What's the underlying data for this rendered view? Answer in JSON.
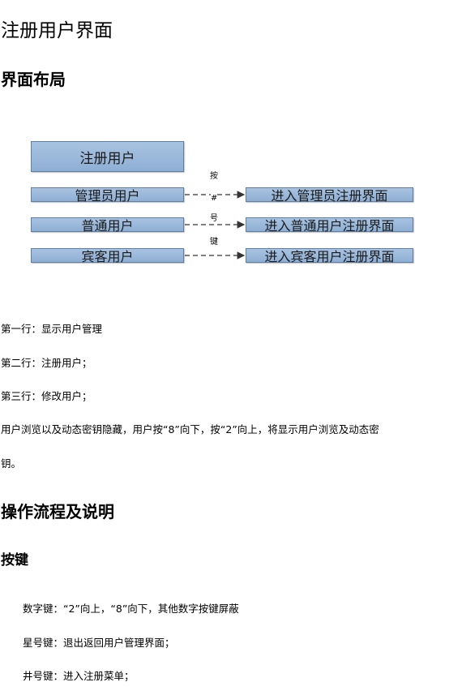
{
  "title": "注册用户界面",
  "section_layout": {
    "heading": "界面布局",
    "diagram": {
      "main_box": "注册用户",
      "left_items": [
        "管理员用户",
        "普通用户",
        "宾客用户"
      ],
      "right_items": [
        "进入管理员注册界面",
        "进入普通用户注册界面",
        "进入宾客用户注册界面"
      ],
      "key_chars": [
        "按",
        "#",
        "号",
        "键"
      ]
    },
    "paragraphs": [
      "第一行：显示用户管理",
      "第二行：注册用户；",
      "第三行：修改用户；",
      "用户浏览以及动态密钥隐藏，用户按“8”向下，按“2”向上，将显示用户浏览及动态密",
      "钥。"
    ]
  },
  "section_flow": {
    "heading": "操作流程及说明",
    "subheading": "按键",
    "items": [
      "数字键：“2”向上，“8”向下，其他数字按键屏蔽",
      "星号键：退出返回用户管理界面；",
      "井号键：进入注册菜单；"
    ]
  }
}
